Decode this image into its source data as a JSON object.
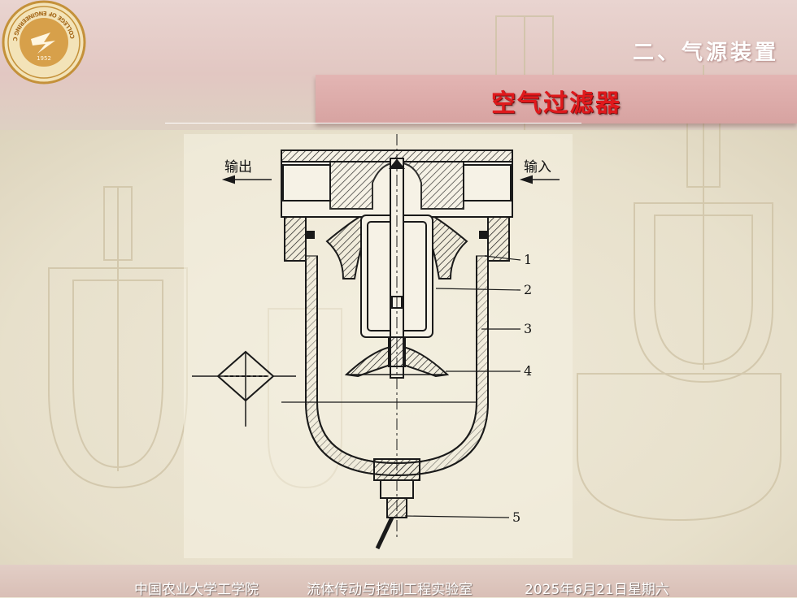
{
  "header": {
    "section_title": "二、气源装置",
    "slide_title": "空气过滤器"
  },
  "logo": {
    "ring_text": "COLLEGE OF ENGINEERING CAU",
    "year": "1952"
  },
  "diagram": {
    "label_output": "输出",
    "label_input": "输入",
    "callouts": [
      "1",
      "2",
      "3",
      "4",
      "5"
    ]
  },
  "footer": {
    "school": "中国农业大学工学院",
    "lab": "流体传动与控制工程实验室",
    "date": "2025年6月21日星期六"
  },
  "colors": {
    "title_red": "#e0191c",
    "banner": "#d9a7a5",
    "background": "#ece6d4"
  }
}
